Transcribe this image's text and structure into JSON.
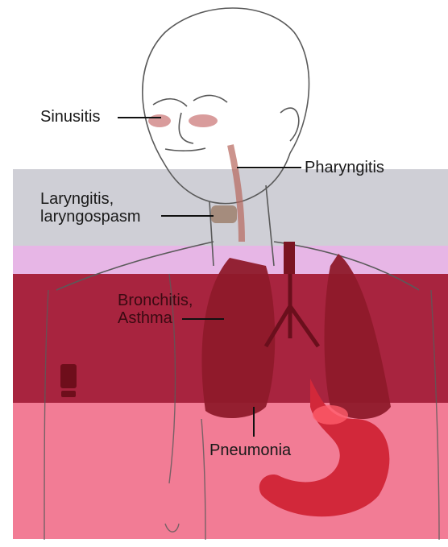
{
  "labels": {
    "sinusitis": "Sinusitis",
    "pharyngitis": "Pharyngitis",
    "laryngitis": "Laryngitis,\nlaryngospasm",
    "bronchitis": "Bronchitis,\nAsthma",
    "pneumonia": "Pneumonia"
  },
  "colors": {
    "band_gray": "#cfcfd6",
    "band_lilac": "#e7b6e6",
    "band_maroon": "#a8243f",
    "band_pink": "#f27c95",
    "lung": "#8e1a2a",
    "stomach": "#d2283a",
    "skin_line": "#5a5a5a"
  },
  "icons": {
    "watermark": "seal-mark"
  }
}
